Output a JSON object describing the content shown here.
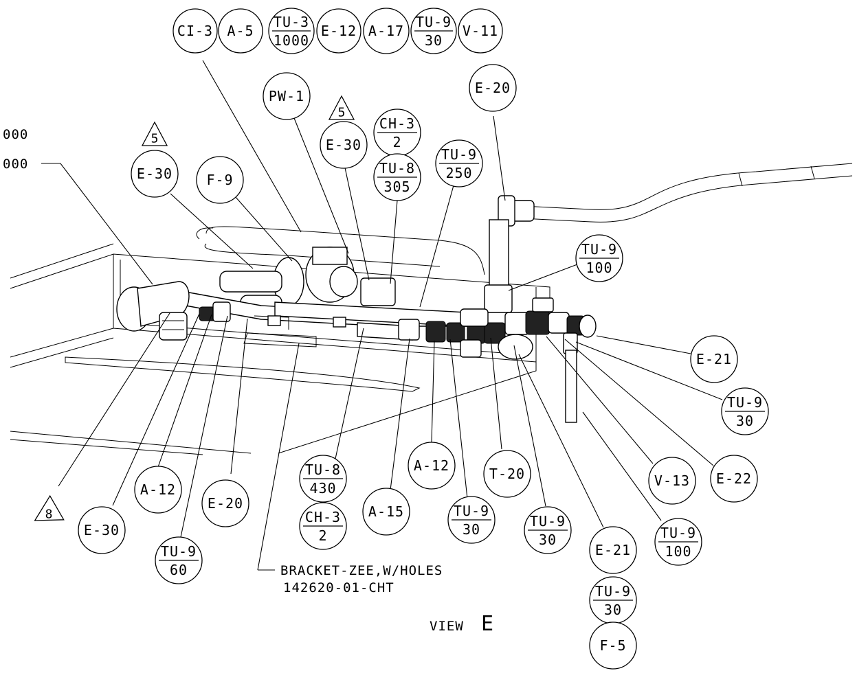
{
  "notes": {
    "top_left_1": "000",
    "top_left_2": "000",
    "bracket_line1": "BRACKET-ZEE,W/HOLES",
    "bracket_line2": "142620-01-CHT",
    "view_label": "VIEW",
    "view_letter": "E"
  },
  "triangles": [
    {
      "label": "5"
    },
    {
      "label": "5"
    },
    {
      "label": "8"
    }
  ],
  "callouts": [
    {
      "top": "CI-3"
    },
    {
      "top": "A-5"
    },
    {
      "top": "TU-3",
      "bottom": "1000"
    },
    {
      "top": "E-12"
    },
    {
      "top": "A-17"
    },
    {
      "top": "TU-9",
      "bottom": "30"
    },
    {
      "top": "V-11"
    },
    {
      "top": "PW-1"
    },
    {
      "top": "E-30"
    },
    {
      "top": "CH-3",
      "bottom": "2"
    },
    {
      "top": "TU-8",
      "bottom": "305"
    },
    {
      "top": "TU-9",
      "bottom": "250"
    },
    {
      "top": "E-20"
    },
    {
      "top": "E-30"
    },
    {
      "top": "F-9"
    },
    {
      "top": "TU-9",
      "bottom": "100"
    },
    {
      "top": "E-21"
    },
    {
      "top": "TU-9",
      "bottom": "30"
    },
    {
      "top": "E-22"
    },
    {
      "top": "V-13"
    },
    {
      "top": "TU-9",
      "bottom": "100"
    },
    {
      "top": "E-21"
    },
    {
      "top": "TU-9",
      "bottom": "30"
    },
    {
      "top": "F-5"
    },
    {
      "top": "TU-9",
      "bottom": "30"
    },
    {
      "top": "T-20"
    },
    {
      "top": "TU-9",
      "bottom": "30"
    },
    {
      "top": "A-12"
    },
    {
      "top": "A-15"
    },
    {
      "top": "TU-8",
      "bottom": "430"
    },
    {
      "top": "CH-3",
      "bottom": "2"
    },
    {
      "top": "E-20"
    },
    {
      "top": "TU-9",
      "bottom": "60"
    },
    {
      "top": "A-12"
    },
    {
      "top": "E-30"
    }
  ]
}
